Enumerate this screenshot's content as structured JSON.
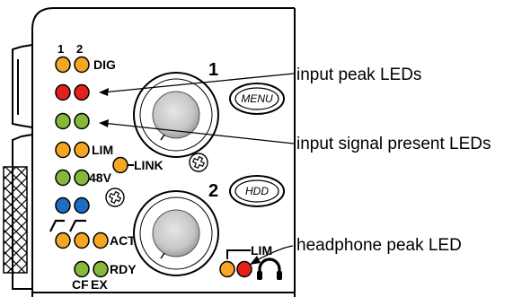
{
  "panel": {
    "led_column_headers": [
      "1",
      "2"
    ],
    "row_labels": {
      "dig": "DIG",
      "lim": "LIM",
      "link": "LINK",
      "phantom": "48V",
      "act": "ACT",
      "rdy": "RDY",
      "cf": "CF",
      "ex": "EX"
    },
    "knob_labels": {
      "knob1": "1",
      "knob2": "2"
    },
    "buttons": {
      "menu": "MENU",
      "hdd": "HDD"
    },
    "headphone": {
      "lim_label": "LIM",
      "icon": "headphone-icon"
    }
  },
  "callouts": {
    "peak": "input peak LEDs",
    "signal": "input signal present LEDs",
    "headphone_peak": "headphone peak LED"
  },
  "colors": {
    "led_orange": "#f5a623",
    "led_red": "#e32119",
    "led_green": "#86b83c",
    "led_blue": "#1b6fc1",
    "knob_face": "#c8c8c8",
    "line": "#000000"
  }
}
